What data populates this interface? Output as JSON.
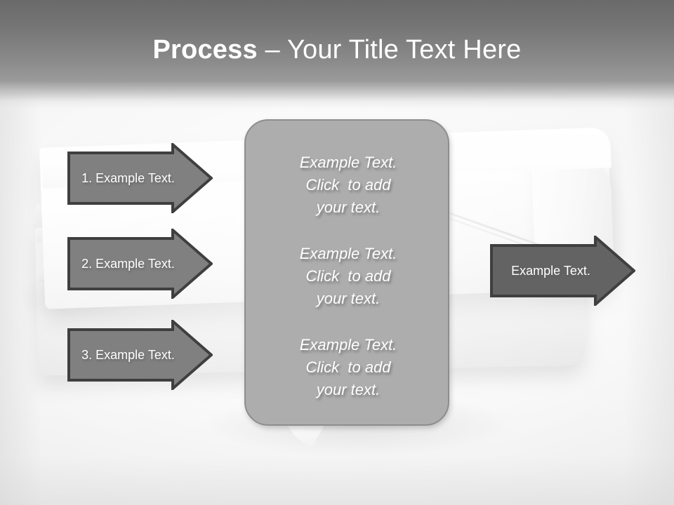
{
  "slide": {
    "title_strong": "Process",
    "title_light": " – Your Title Text Here",
    "colors": {
      "header_top": "#6a6a6a",
      "header_bottom": "#f7f7f7",
      "panel_fill": "#adadad",
      "panel_border": "#8d8d8d",
      "arrow_left_fill": "#808080",
      "arrow_right_fill": "#636363",
      "arrow_border": "#3f3f3f",
      "text": "#ffffff"
    }
  },
  "input_arrows": [
    {
      "label": "1. Example Text.",
      "name": "arrow-step-1"
    },
    {
      "label": "2. Example Text.",
      "name": "arrow-step-2"
    },
    {
      "label": "3. Example Text.",
      "name": "arrow-step-3"
    }
  ],
  "center_panel": {
    "blocks": [
      "Example Text.\nClick  to add\nyour text.",
      "Example Text.\nClick  to add\nyour text.",
      "Example Text.\nClick  to add\nyour text."
    ]
  },
  "output_arrow": {
    "label": "Example Text."
  }
}
